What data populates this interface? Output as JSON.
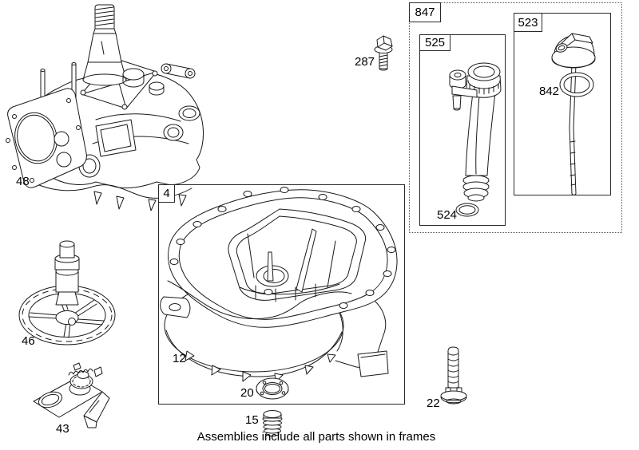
{
  "page": {
    "background": "#ffffff",
    "line_color": "#1a1a1a"
  },
  "caption": "Assemblies include all parts shown in frames",
  "frames": {
    "f847": "847",
    "f525": "525",
    "f523": "523",
    "f4": "4"
  },
  "part_labels": {
    "p48": "48",
    "p46": "46",
    "p43": "43",
    "p287": "287",
    "p524": "524",
    "p842": "842",
    "p12": "12",
    "p20": "20",
    "p15": "15",
    "p22": "22"
  }
}
